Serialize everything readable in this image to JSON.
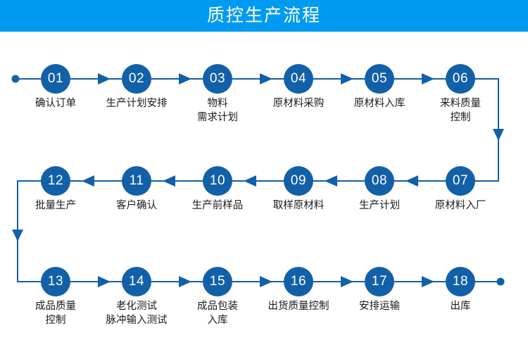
{
  "header": {
    "title": "质控生产流程",
    "background_color": "#009bf0",
    "text_color": "#ffffff"
  },
  "theme": {
    "node_color": "#1260a8",
    "line_color": "#1260a8",
    "label_color": "#1a1a1a",
    "page_background": "#ffffff"
  },
  "flow": {
    "rows": [
      {
        "direction": "left-to-right",
        "nodes": [
          {
            "number": "01",
            "label": "确认订单"
          },
          {
            "number": "02",
            "label": "生产计划安排"
          },
          {
            "number": "03",
            "label": "物料\n需求计划"
          },
          {
            "number": "04",
            "label": "原材料采购"
          },
          {
            "number": "05",
            "label": "原材料入库"
          },
          {
            "number": "06",
            "label": "来料质量\n控制"
          }
        ]
      },
      {
        "direction": "right-to-left",
        "nodes": [
          {
            "number": "12",
            "label": "批量生产"
          },
          {
            "number": "11",
            "label": "客户确认"
          },
          {
            "number": "10",
            "label": "生产前样品"
          },
          {
            "number": "09",
            "label": "取样原材料"
          },
          {
            "number": "08",
            "label": "生产计划"
          },
          {
            "number": "07",
            "label": "原材料入厂"
          }
        ]
      },
      {
        "direction": "left-to-right",
        "nodes": [
          {
            "number": "13",
            "label": "成品质量\n控制"
          },
          {
            "number": "14",
            "label": "老化测试\n脉冲输入测试"
          },
          {
            "number": "15",
            "label": "成品包装\n入库"
          },
          {
            "number": "16",
            "label": "出货质量控制"
          },
          {
            "number": "17",
            "label": "安排运输"
          },
          {
            "number": "18",
            "label": "出库"
          }
        ]
      }
    ],
    "start_marker": "start-dot",
    "end_marker": "end-dot"
  }
}
